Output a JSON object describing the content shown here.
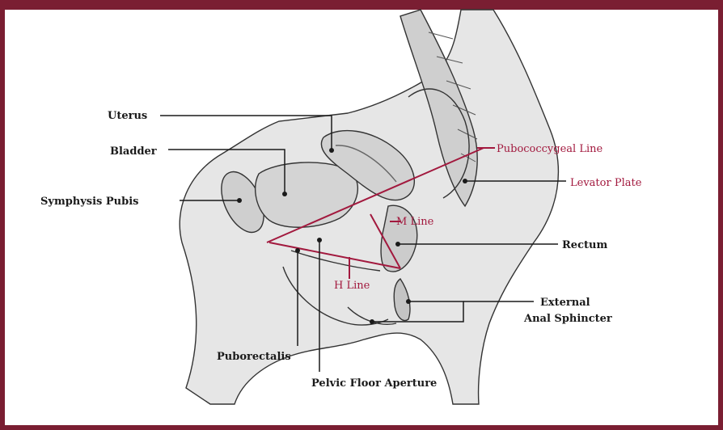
{
  "labels": {
    "uterus": "Uterus",
    "bladder": "Bladder",
    "symphysis_pubis": "Symphysis Pubis",
    "pubococcygeal_line": "Pubococcygeal Line",
    "levator_plate": "Levator Plate",
    "m_line": "M Line",
    "rectum": "Rectum",
    "h_line": "H Line",
    "external_anal_sphincter_1": "External",
    "external_anal_sphincter_2": "Anal Sphincter",
    "puborectalis": "Puborectalis",
    "pelvic_floor_aperture": "Pelvic Floor Aperture"
  },
  "colors": {
    "frame": "#7a1e32",
    "reference_line": "#a2193e",
    "leader": "#1a1a1a",
    "tissue": "#dcdcdc",
    "outline": "#333333"
  }
}
